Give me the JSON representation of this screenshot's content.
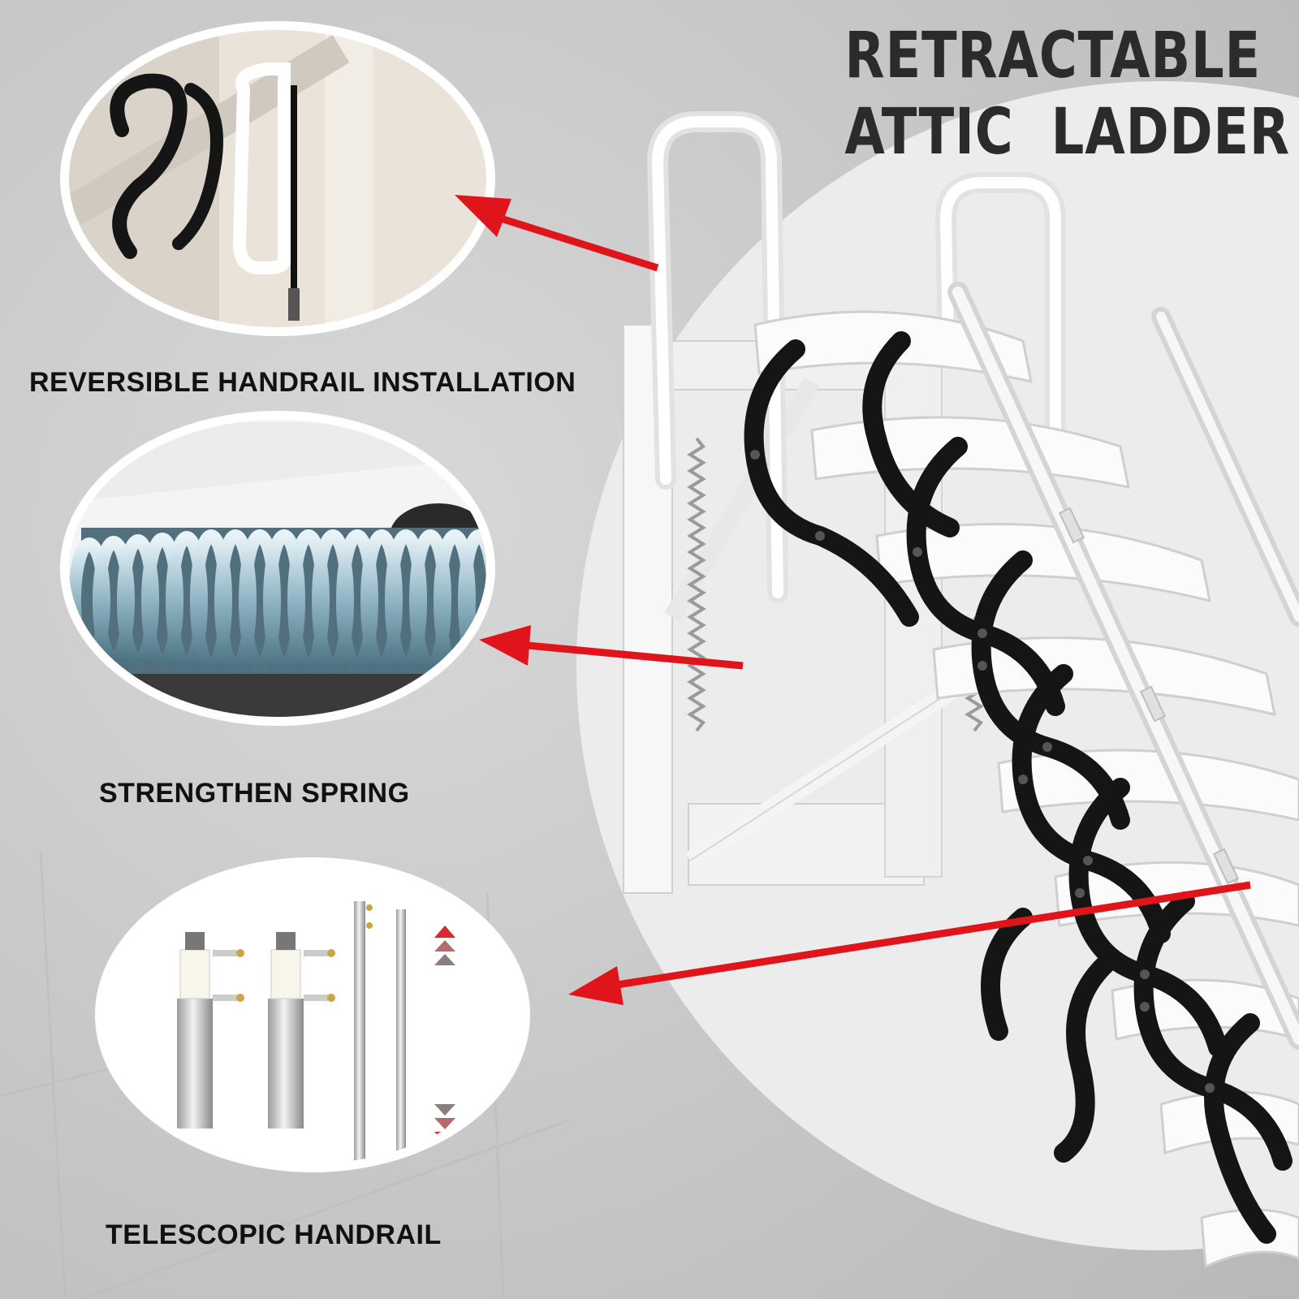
{
  "headline": {
    "line1": "RETRACTABLE",
    "line2": "ATTIC  LADDER"
  },
  "features": [
    {
      "caption": "REVERSIBLE HANDRAIL INSTALLATION",
      "icon": "handrail-closeup"
    },
    {
      "caption": "STRENGTHEN SPRING",
      "icon": "spring-closeup"
    },
    {
      "caption": "TELESCOPIC HANDRAIL",
      "icon": "telescopic-handrail-closeup"
    }
  ],
  "colors": {
    "arrow": "#e0141b",
    "ladder_step": "#1a1a1a",
    "frame": "#f5f5f5",
    "backdrop": "#c9c9c9"
  }
}
